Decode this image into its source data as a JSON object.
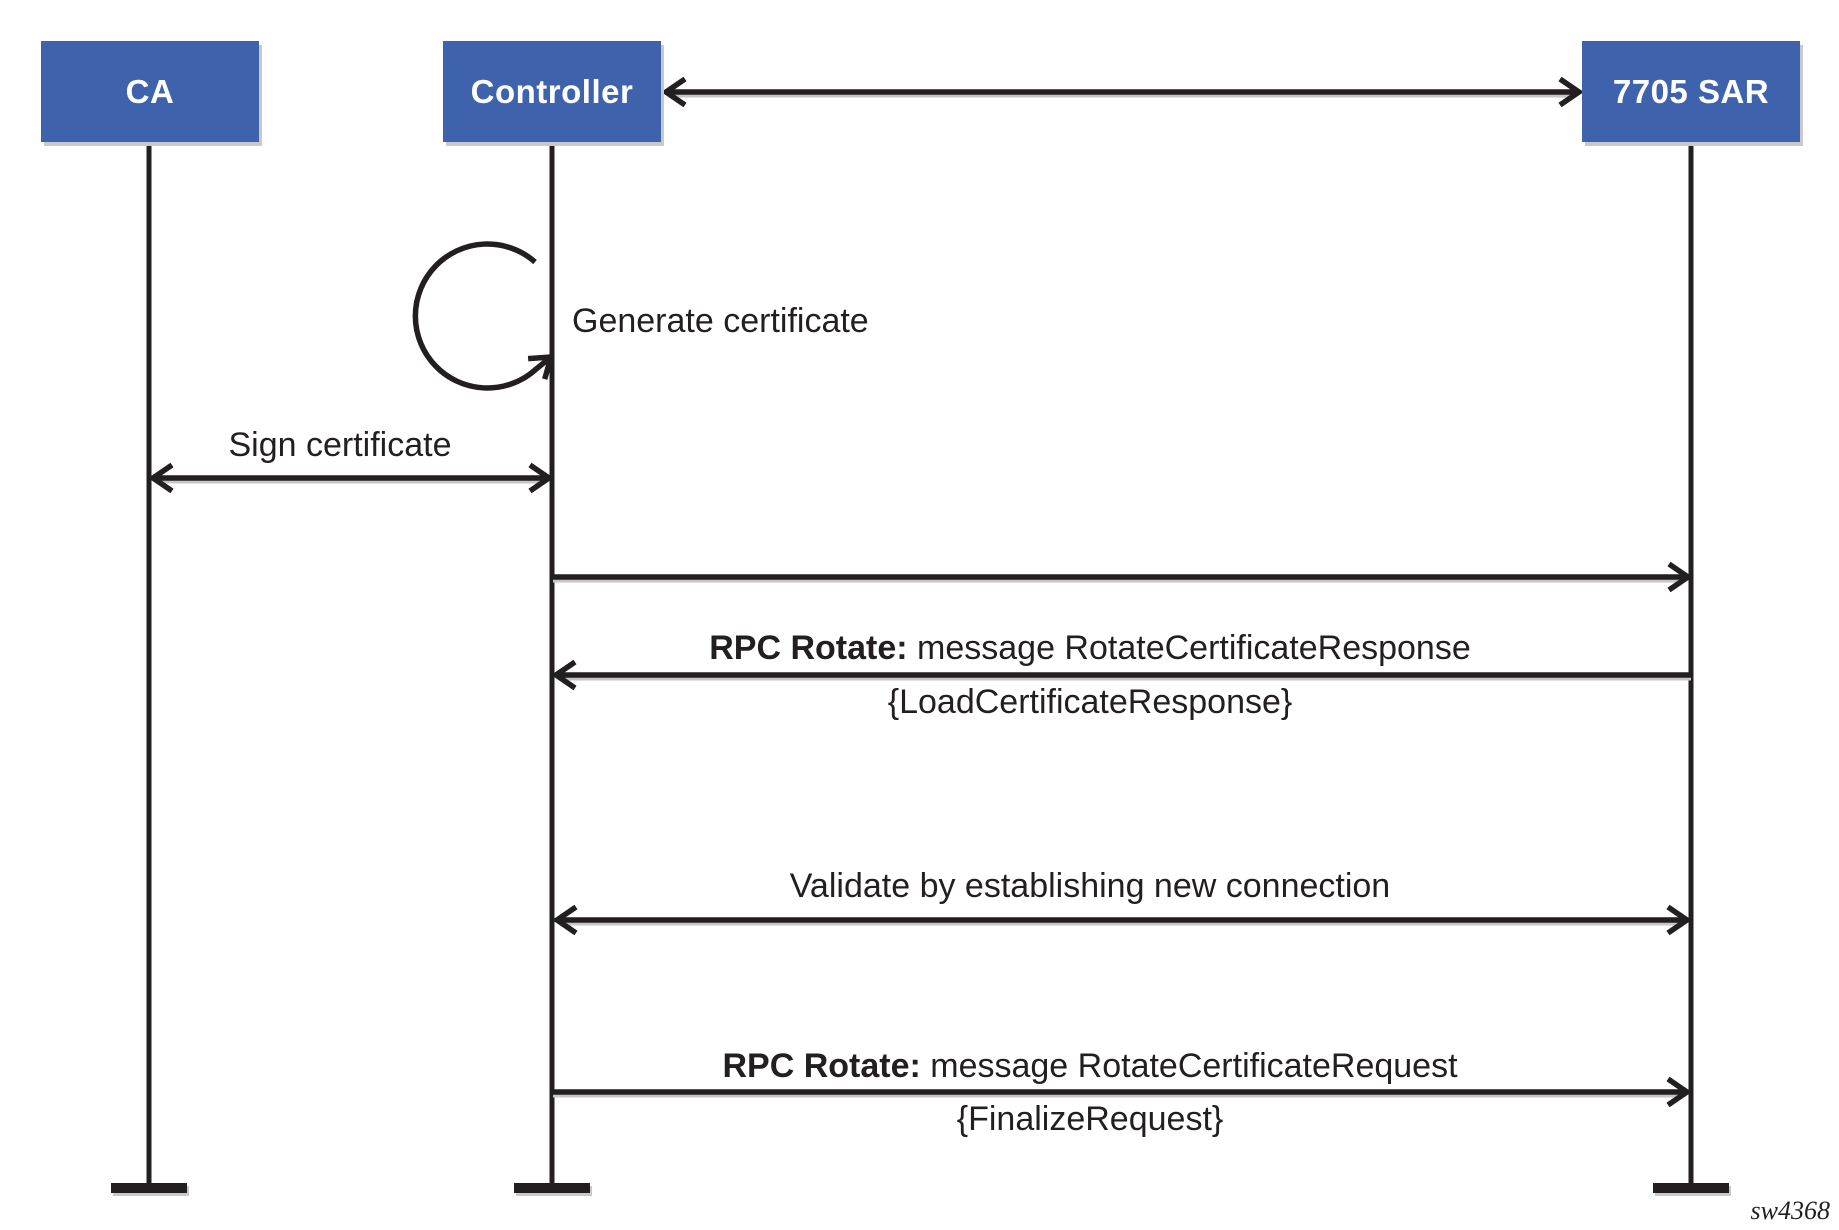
{
  "actors": [
    {
      "label": "CA"
    },
    {
      "label": "Controller"
    },
    {
      "label": "7705 SAR"
    }
  ],
  "messages": {
    "generate": "Generate certificate",
    "sign": "Sign certificate",
    "rotate_response": {
      "bold": "RPC Rotate:",
      "rest": " message RotateCertificateResponse",
      "payload": "{LoadCertificateResponse}"
    },
    "validate": "Validate by establishing new connection",
    "rotate_request": {
      "bold": "RPC Rotate:",
      "rest": " message RotateCertificateRequest",
      "payload": "{FinalizeRequest}"
    }
  },
  "figure_id": "sw4368",
  "colors": {
    "actor_fill": "#3E63AC",
    "actor_text": "#FFFFFF",
    "line": "#231F20",
    "shadow": "#C9C9C9",
    "background": "#FFFFFF"
  }
}
